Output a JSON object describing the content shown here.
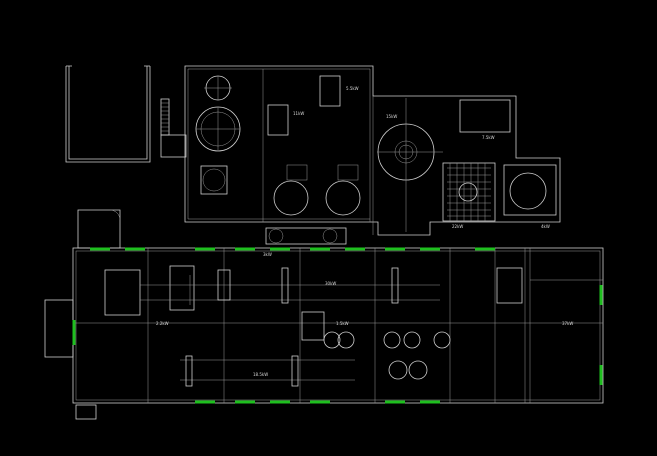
{
  "drawing": {
    "background": "#000000",
    "line_color": "#cfcfcf",
    "window_color": "#1fbf1f",
    "labels": [
      "11kW",
      "5.5kW",
      "15kW",
      "7.5kW",
      "22kW",
      "4kW",
      "3kW",
      "30kW",
      "2.2kW",
      "18.5kW",
      "1.5kW",
      "37kW"
    ]
  }
}
